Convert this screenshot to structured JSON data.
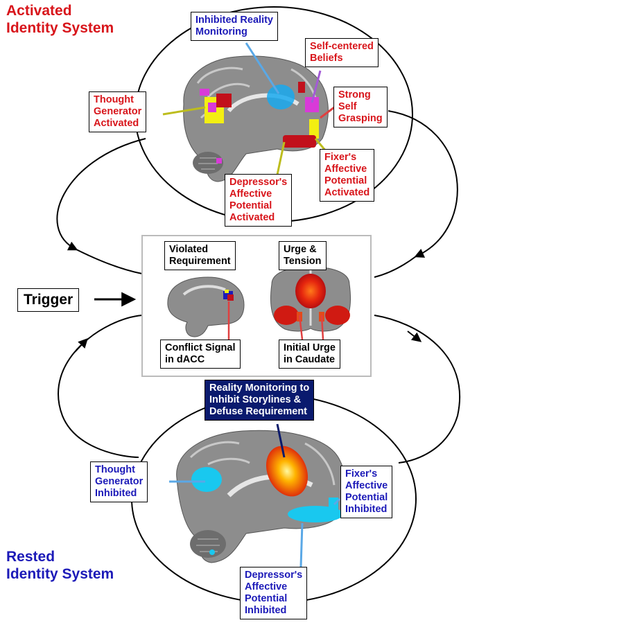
{
  "titles": {
    "activated": "Activated\nIdentity System",
    "rested": "Rested\nIdentity System"
  },
  "top_labels": {
    "inhibited_reality": "Inhibited Reality\nMonitoring",
    "self_centered": "Self-centered\nBeliefs",
    "thought_generator": "Thought\nGenerator\nActivated",
    "strong_self": "Strong\nSelf\nGrasping",
    "fixer": "Fixer's\nAffective\nPotential\nActivated",
    "depressor": "Depressor's\nAffective\nPotential\nActivated"
  },
  "middle_labels": {
    "trigger": "Trigger",
    "violated": "Violated\nRequirement",
    "urge": "Urge &\nTension",
    "conflict": "Conflict Signal\nin dACC",
    "initial_urge": "Initial Urge\nin Caudate"
  },
  "bottom_labels": {
    "reality_monitoring": "Reality Monitoring to\nInhibit Storylines &\nDefuse Requirement",
    "thought_generator": "Thought\nGenerator\nInhibited",
    "fixer": "Fixer's\nAffective\nPotential\nInhibited",
    "depressor": "Depressor's\nAffective\nPotential\nInhibited"
  },
  "colors": {
    "activated_text": "#d8151b",
    "rested_text": "#1c1ab8",
    "dark_box": "#0a1a6e",
    "activation_red": "#c2101b",
    "activation_yellow": "#f3ef12",
    "activation_magenta": "#d93ad8",
    "deactivation_cyan": "#19c8ef",
    "arrow_light_blue": "#5aa8e6",
    "arrow_purple": "#a35ad6",
    "arrow_olive": "#bdbd1e",
    "arrow_red": "#e04040",
    "arrow_navy": "#0b1a6a"
  },
  "icons": {
    "brain_sagittal": "brain-sagittal-icon",
    "brain_coronal": "brain-coronal-icon"
  }
}
